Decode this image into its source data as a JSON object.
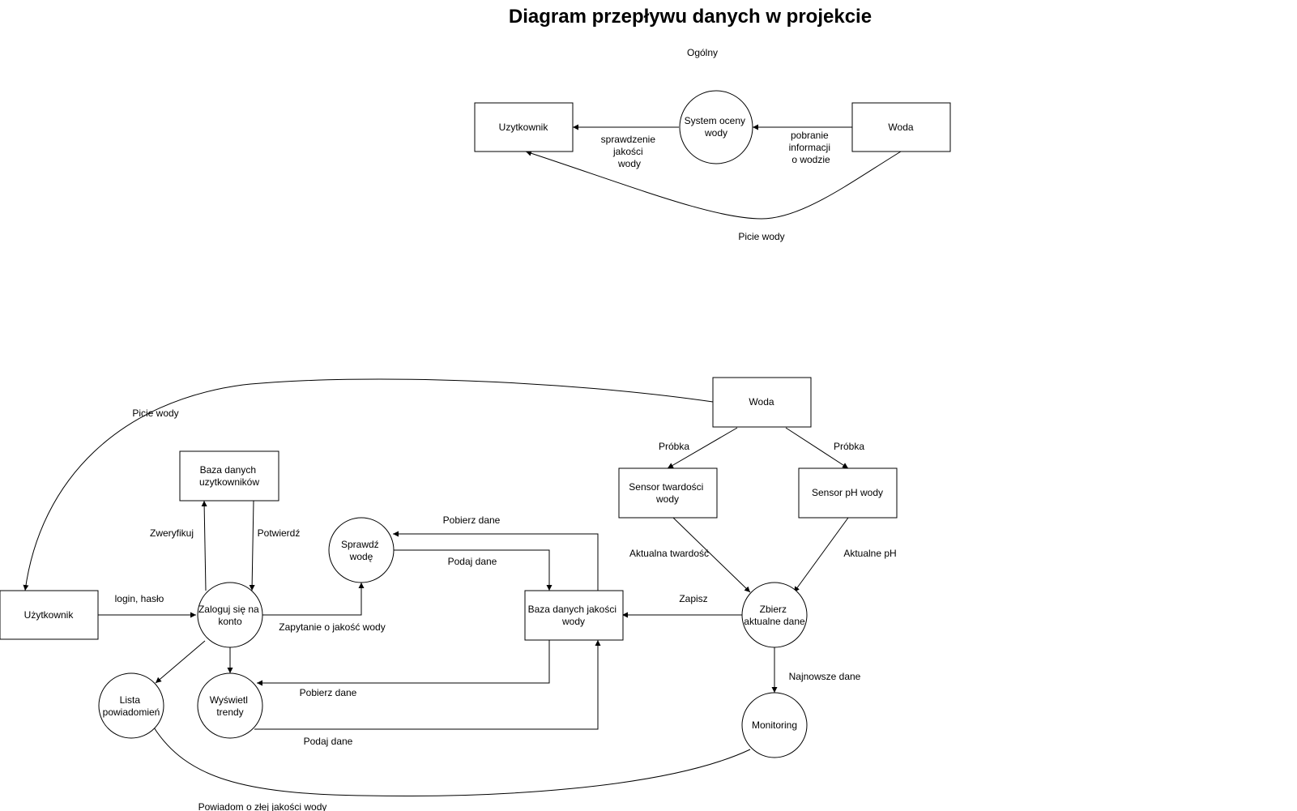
{
  "title": "Diagram przepływu danych w projekcie",
  "subtitle": "Ogólny",
  "top": {
    "nodes": {
      "uzytkownik": "Uzytkownik",
      "system": [
        "System oceny",
        "wody"
      ],
      "woda": "Woda"
    },
    "edges": {
      "sprawdzenie": [
        "sprawdzenie",
        "jakości",
        "wody"
      ],
      "pobranie": [
        "pobranie",
        "informacji",
        "o wodzie"
      ],
      "picie": "Picie wody"
    }
  },
  "bottom": {
    "nodes": {
      "uzytkownik": "Użytkownik",
      "baza_uzytkownikow": [
        "Baza danych",
        "uzytkowników"
      ],
      "zaloguj": [
        "Zaloguj się na",
        "konto"
      ],
      "sprawdz": [
        "Sprawdź",
        "wodę"
      ],
      "lista": [
        "Lista",
        "powiadomień"
      ],
      "wyswietl": [
        "Wyświetl",
        "trendy"
      ],
      "baza_jakosci": [
        "Baza danych jakości",
        "wody"
      ],
      "woda": "Woda",
      "sensor_twardosci": [
        "Sensor twardości",
        "wody"
      ],
      "sensor_ph": "Sensor pH wody",
      "zbierz": [
        "Zbierz",
        "aktualne dane"
      ],
      "monitoring": "Monitoring"
    },
    "edges": {
      "picie": "Picie wody",
      "login": "login, hasło",
      "zweryfikuj": "Zweryfikuj",
      "potwierdz": "Potwierdź",
      "zapytanie": "Zapytanie o jakość wody",
      "pobierz_top": "Pobierz dane",
      "podaj_top": "Podaj dane",
      "pobierz_bottom": "Pobierz dane",
      "podaj_bottom": "Podaj dane",
      "probka_left": "Próbka",
      "probka_right": "Próbka",
      "aktualna_twardosc": "Aktualna twardość",
      "aktualne_ph": "Aktualne pH",
      "zapisz": "Zapisz",
      "najnowsze": "Najnowsze dane",
      "powiadom": "Powiadom o złej jakości wody"
    }
  }
}
